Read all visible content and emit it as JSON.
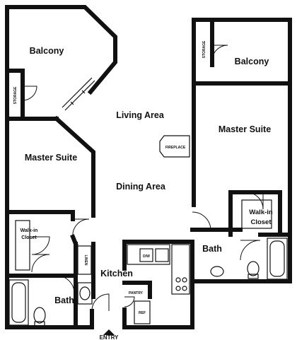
{
  "floor_plan": {
    "rooms": {
      "balcony_left": "Balcony",
      "balcony_right": "Balcony",
      "storage_left": "STORAGE",
      "storage_right": "STORAGE",
      "living_area": "Living Area",
      "dining_area": "Dining Area",
      "master_suite_left": "Master Suite",
      "master_suite_right": "Master Suite",
      "walkin_closet_left": [
        "Walk-in",
        "Closet"
      ],
      "walkin_closet_right": [
        "Walk-in",
        "Closet"
      ],
      "fireplace": "FIREPLACE",
      "linen": "LINEN",
      "kitchen": "Kitchen",
      "bath_left": "Bath",
      "bath_right": "Bath",
      "pantry": "PANTRY",
      "refrigerator": "REF",
      "dishwasher": "D/W",
      "entry": "ENTRY"
    },
    "colors": {
      "wall": "#111111",
      "background": "#ffffff"
    }
  }
}
